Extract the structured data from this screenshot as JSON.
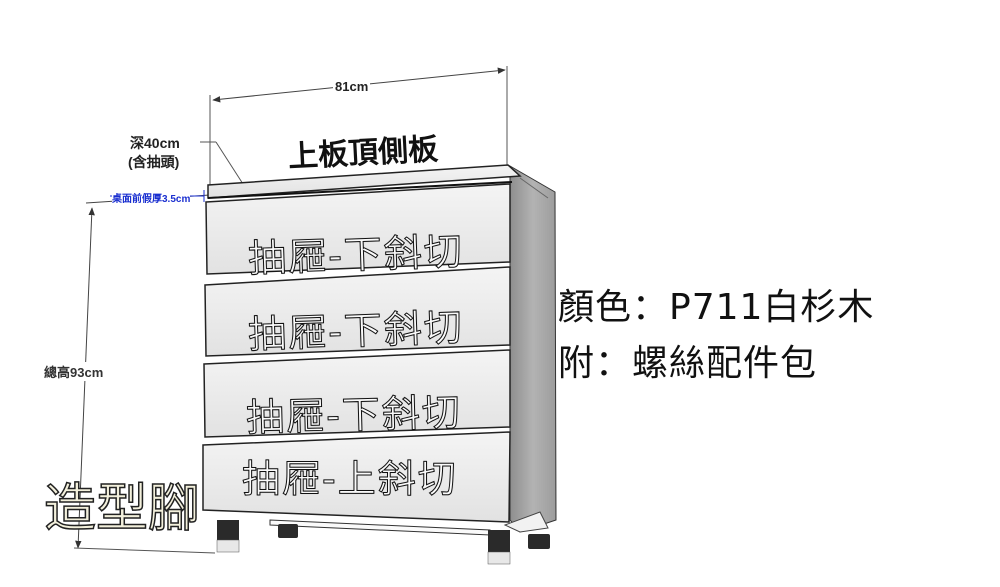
{
  "dimensions": {
    "width": "81cm",
    "depth_line1": "深40cm",
    "depth_line2": "(含抽頭)",
    "front_thickness": "桌面前假厚3.5cm",
    "total_height": "總高93cm"
  },
  "top_panel_label": "上板頂側板",
  "drawers": [
    {
      "label": "抽屜-下斜切"
    },
    {
      "label": "抽屜-下斜切"
    },
    {
      "label": "抽屜-下斜切"
    },
    {
      "label": "抽屜-上斜切"
    }
  ],
  "legs_label": "造型腳",
  "info": {
    "color_line": "顏色：P711白杉木",
    "accessory_line": "附：螺絲配件包"
  },
  "colors": {
    "dimension_blue": "#1a2fd0",
    "panel_light": "#ececec",
    "side_panel": "#9a9a9a",
    "leg_dark": "#2a2a2a"
  }
}
